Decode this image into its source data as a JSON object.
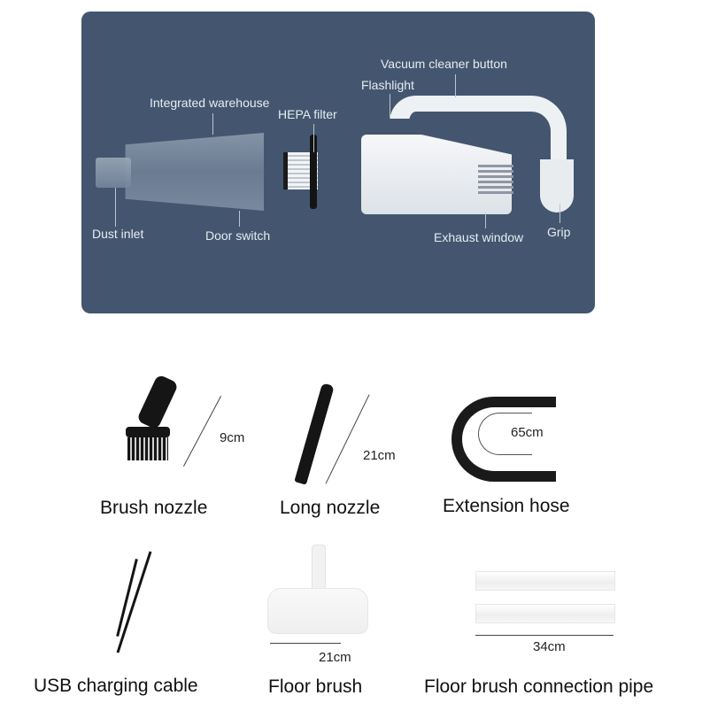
{
  "diagram": {
    "panel_color": "#44566f",
    "labels": {
      "vacuum_button": "Vacuum cleaner button",
      "flashlight": "Flashlight",
      "integrated_warehouse": "Integrated warehouse",
      "hepa_filter": "HEPA filter",
      "dust_inlet": "Dust inlet",
      "door_switch": "Door switch",
      "exhaust_window": "Exhaust window",
      "grip": "Grip"
    }
  },
  "accessories": [
    {
      "name": "Brush nozzle",
      "dimension": "9cm"
    },
    {
      "name": "Long nozzle",
      "dimension": "21cm"
    },
    {
      "name": "Extension hose",
      "dimension": "65cm"
    },
    {
      "name": "USB charging cable",
      "dimension": ""
    },
    {
      "name": "Floor brush",
      "dimension": "21cm"
    },
    {
      "name": "Floor brush connection pipe",
      "dimension": "34cm"
    }
  ]
}
